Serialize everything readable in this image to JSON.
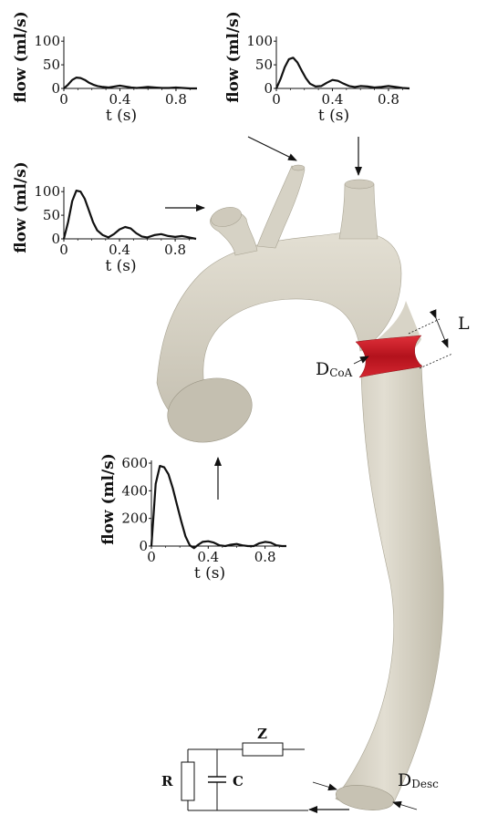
{
  "inset_labels": {
    "ylabel": "flow (ml/s)",
    "xlabel": "t (s)"
  },
  "chart_data": [
    {
      "type": "line",
      "id": "inlet",
      "x": [
        0,
        0.03,
        0.06,
        0.09,
        0.12,
        0.15,
        0.18,
        0.21,
        0.24,
        0.27,
        0.3,
        0.33,
        0.36,
        0.4,
        0.44,
        0.48,
        0.52,
        0.56,
        0.6,
        0.64,
        0.68,
        0.72,
        0.76,
        0.8,
        0.84,
        0.88,
        0.92,
        0.95
      ],
      "y": [
        0,
        450,
        580,
        570,
        520,
        420,
        300,
        180,
        70,
        5,
        -15,
        10,
        30,
        35,
        25,
        5,
        0,
        10,
        15,
        5,
        0,
        0,
        20,
        30,
        25,
        5,
        0,
        0
      ],
      "xticks": [
        "0",
        "0.4",
        "0.8"
      ],
      "xtick_values": [
        0,
        0.4,
        0.8
      ],
      "yticks": [
        "0",
        "200",
        "400",
        "600"
      ],
      "ytick_values": [
        0,
        200,
        400,
        600
      ],
      "xlim": [
        0,
        0.95
      ],
      "ylim": [
        -20,
        620
      ],
      "xlabel": "t (s)",
      "ylabel": "flow (ml/s)"
    },
    {
      "type": "line",
      "id": "left-subclavian",
      "x": [
        0,
        0.03,
        0.06,
        0.09,
        0.12,
        0.15,
        0.18,
        0.21,
        0.24,
        0.28,
        0.32,
        0.36,
        0.4,
        0.44,
        0.48,
        0.52,
        0.56,
        0.6,
        0.65,
        0.7,
        0.75,
        0.8,
        0.85,
        0.9,
        0.95
      ],
      "y": [
        0,
        8,
        18,
        23,
        22,
        18,
        12,
        8,
        5,
        3,
        2,
        4,
        6,
        4,
        2,
        1,
        2,
        3,
        2,
        1,
        1,
        2,
        1,
        0,
        0
      ],
      "xticks": [
        "0",
        "0.4",
        "0.8"
      ],
      "xtick_values": [
        0,
        0.4,
        0.8
      ],
      "yticks": [
        "0",
        "50",
        "100"
      ],
      "ytick_values": [
        0,
        50,
        100
      ],
      "xlim": [
        0,
        0.95
      ],
      "ylim": [
        0,
        110
      ],
      "xlabel": "t (s)",
      "ylabel": "flow (ml/s)"
    },
    {
      "type": "line",
      "id": "left-carotid",
      "x": [
        0,
        0.03,
        0.06,
        0.09,
        0.12,
        0.15,
        0.18,
        0.21,
        0.24,
        0.28,
        0.32,
        0.36,
        0.4,
        0.44,
        0.48,
        0.52,
        0.56,
        0.6,
        0.65,
        0.7,
        0.75,
        0.8,
        0.85,
        0.9,
        0.95
      ],
      "y": [
        0,
        20,
        45,
        62,
        65,
        55,
        38,
        22,
        10,
        4,
        5,
        12,
        18,
        16,
        10,
        5,
        3,
        5,
        4,
        2,
        3,
        5,
        3,
        1,
        0
      ],
      "xticks": [
        "0",
        "0.4",
        "0.8"
      ],
      "xtick_values": [
        0,
        0.4,
        0.8
      ],
      "yticks": [
        "0",
        "50",
        "100"
      ],
      "ytick_values": [
        0,
        50,
        100
      ],
      "xlim": [
        0,
        0.95
      ],
      "ylim": [
        0,
        110
      ],
      "xlabel": "t (s)",
      "ylabel": "flow (ml/s)"
    },
    {
      "type": "line",
      "id": "brachiocephalic",
      "x": [
        0,
        0.03,
        0.06,
        0.09,
        0.12,
        0.15,
        0.18,
        0.21,
        0.24,
        0.28,
        0.32,
        0.36,
        0.4,
        0.44,
        0.48,
        0.52,
        0.56,
        0.6,
        0.65,
        0.7,
        0.75,
        0.8,
        0.85,
        0.9,
        0.95
      ],
      "y": [
        0,
        35,
        80,
        102,
        100,
        85,
        60,
        35,
        18,
        8,
        3,
        10,
        20,
        25,
        22,
        12,
        5,
        3,
        8,
        10,
        6,
        4,
        6,
        3,
        0
      ],
      "xticks": [
        "0",
        "0.4",
        "0.8"
      ],
      "xtick_values": [
        0,
        0.4,
        0.8
      ],
      "yticks": [
        "0",
        "50",
        "100"
      ],
      "ytick_values": [
        0,
        50,
        100
      ],
      "xlim": [
        0,
        0.95
      ],
      "ylim": [
        0,
        110
      ],
      "xlabel": "t (s)",
      "ylabel": "flow (ml/s)"
    }
  ],
  "annotations": {
    "length": "L",
    "coa_main": "D",
    "coa_sub": "CoA",
    "desc_main": "D",
    "desc_sub": "Desc"
  },
  "windkessel": {
    "R": "R",
    "C": "C",
    "Z": "Z"
  },
  "colors": {
    "vessel": "#d9d5c8",
    "vessel_shade": "#b9b4a5",
    "coarctation": "#cc1f2a",
    "line": "#111111"
  }
}
